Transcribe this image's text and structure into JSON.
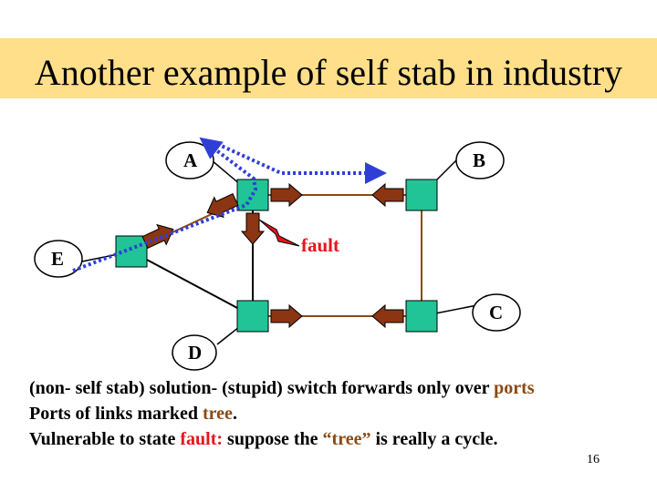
{
  "title": "Another example of self stab in industry",
  "nodes": {
    "a": "A",
    "b": "B",
    "c": "C",
    "d": "D",
    "e": "E"
  },
  "fault_label": "fault",
  "text": {
    "l1_a": "(non- self stab) solution- (stupid) switch forwards only over ",
    "l1_hl": "ports",
    "l2_a": "Ports of links marked ",
    "l2_hl": "tree",
    "l2_b": ".",
    "l3_a": "Vulnerable to state ",
    "l3_red": "fault:",
    "l3_b": " suppose the ",
    "l3_hl": "“tree”",
    "l3_c": " is really a cycle."
  },
  "page_number": "16",
  "colors": {
    "title_bg": "#ffdf8a",
    "switch": "#20c497",
    "link": "#8b4a14",
    "arrow": "#8b3512",
    "dotted": "#2f3fd6",
    "fault": "#e8141c"
  }
}
